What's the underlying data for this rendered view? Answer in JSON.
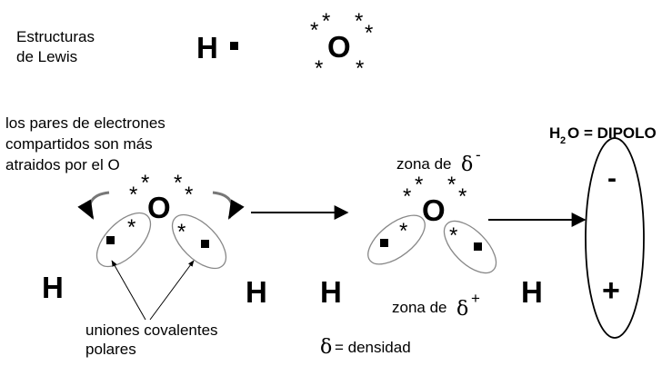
{
  "lewis": {
    "title_line1": "Estructuras",
    "title_line2": "de Lewis",
    "h_symbol": "H",
    "o_symbol": "O",
    "dot_glyph": "■",
    "star_glyph": "*"
  },
  "left_molecule": {
    "caption_line1": "los pares de electrones",
    "caption_line2": "compartidos son más",
    "caption_line3": "atraidos por el O",
    "o_symbol": "O",
    "h_left": "H",
    "h_right": "H",
    "bonds_line1": "uniones covalentes",
    "bonds_line2": "polares"
  },
  "middle_molecule": {
    "zone_neg_prefix": "zona de ",
    "delta": "δ",
    "neg_sign": "-",
    "o_symbol": "O",
    "h_left": "H",
    "h_right": "H",
    "zone_pos_prefix": "zona de ",
    "pos_sign": "+"
  },
  "legend": {
    "delta": "δ",
    "text": " = densidad"
  },
  "dipole": {
    "title_h": "H",
    "title_sub": "2",
    "title_rest": "O = DIPOLO",
    "minus": "-",
    "plus": "+"
  }
}
